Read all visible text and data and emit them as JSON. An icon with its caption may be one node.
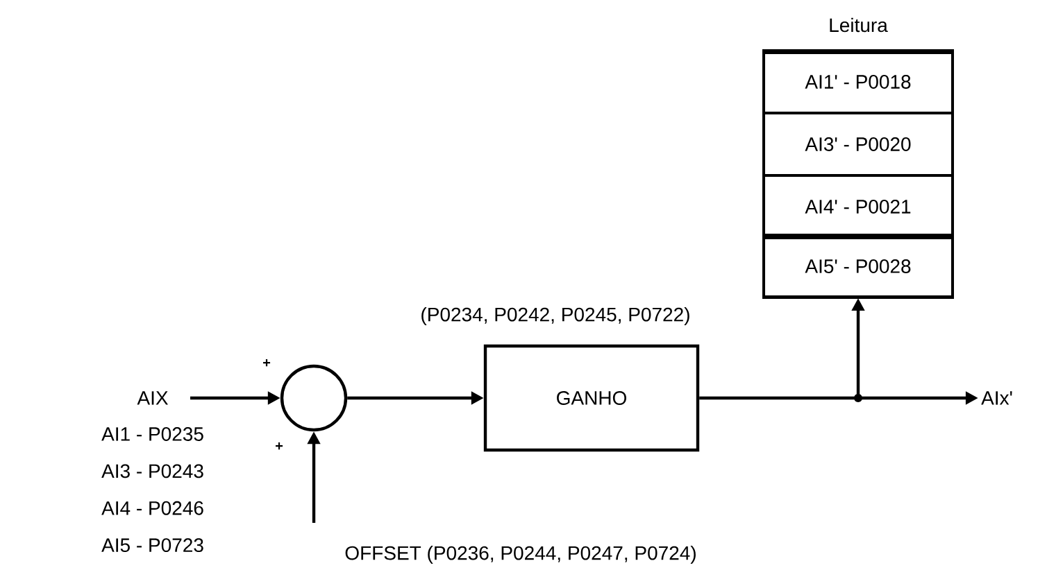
{
  "diagram": {
    "nodes": [
      {
        "text": [
          "AIX",
          "AI1 - P0235",
          "AI3 - P0243",
          "AI4 - P0246",
          "AI5 - P0723"
        ]
      },
      {
        "text": [],
        "shape": "circle"
      },
      {
        "text": [
          "OFFSET (P0236, P0244, P0247, P0724)"
        ]
      },
      {
        "text": [
          "GANHO"
        ],
        "beside": [
          "(P0234, P0242, P0245, P0722)"
        ]
      },
      {
        "text": [
          "Leitura"
        ]
      },
      {
        "text": [
          "AI1' - P0018"
        ],
        "in": 4
      },
      {
        "text": [
          "AI3' - P0020"
        ],
        "in": 4
      },
      {
        "text": [
          "AI4' - P0021"
        ],
        "in": 4
      },
      {
        "text": [
          "AI5' - P0028"
        ],
        "in": 4
      },
      {
        "text": [],
        "shape": "circle"
      },
      {
        "text": [
          "AIx'"
        ]
      }
    ],
    "edges": [
      {
        "from": 0,
        "to": 1,
        "arrow": "to"
      },
      {
        "from": 2,
        "to": 1,
        "arrow": "to"
      },
      {
        "from": 1,
        "to": 3,
        "arrow": "to"
      },
      {
        "from": 3,
        "to": 9,
        "arrow": "none"
      },
      {
        "from": 9,
        "to": 4,
        "arrow": "to"
      },
      {
        "from": 9,
        "to": 10,
        "arrow": "to"
      }
    ],
    "labels": [
      "+",
      "+"
    ]
  }
}
